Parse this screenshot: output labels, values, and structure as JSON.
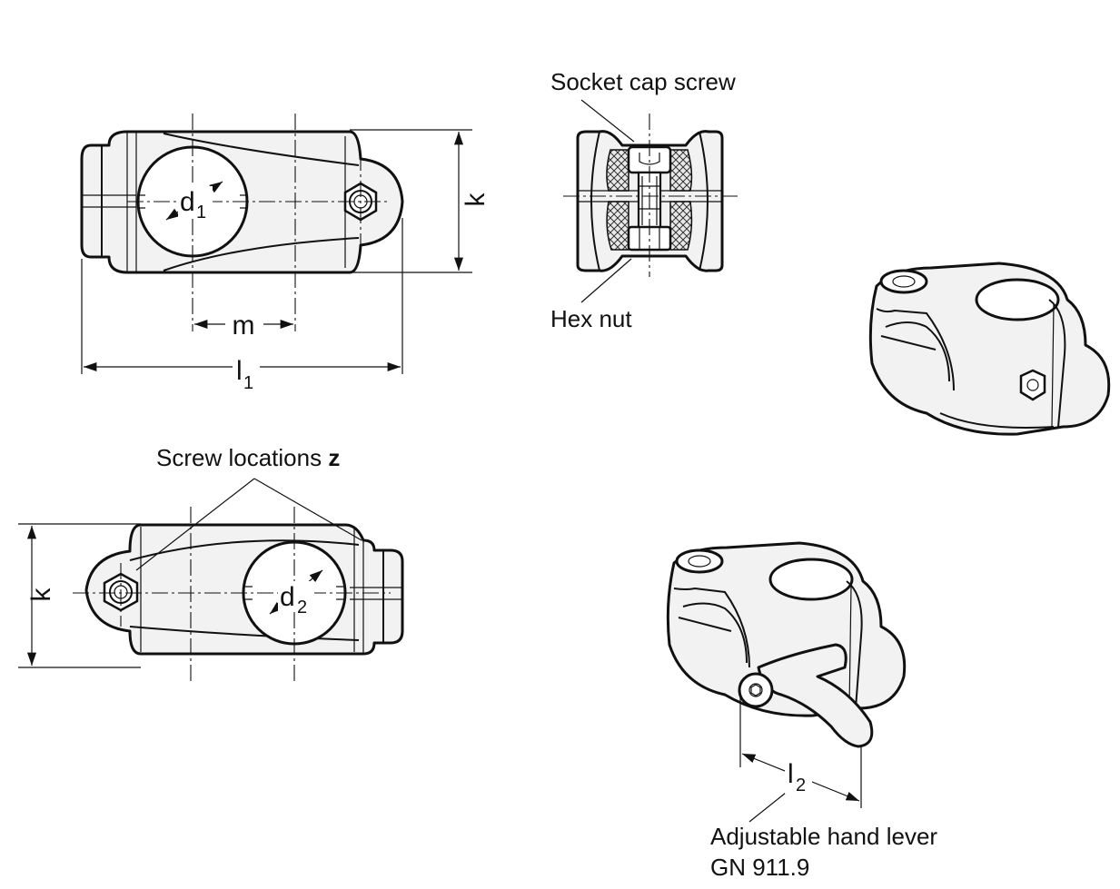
{
  "labels": {
    "socket_cap_screw": "Socket cap screw",
    "hex_nut": "Hex nut",
    "screw_locations": "Screw locations",
    "screw_locations_symbol": "z",
    "adjustable_hand_lever": "Adjustable hand lever",
    "hand_lever_code": "GN 911.9"
  },
  "dimensions": {
    "d1": {
      "base": "d",
      "sub": "1"
    },
    "d2": {
      "base": "d",
      "sub": "2"
    },
    "k_top": "k",
    "k_bottom": "k",
    "m": "m",
    "l1": {
      "base": "l",
      "sub": "1"
    },
    "l2": {
      "base": "l",
      "sub": "2"
    }
  }
}
